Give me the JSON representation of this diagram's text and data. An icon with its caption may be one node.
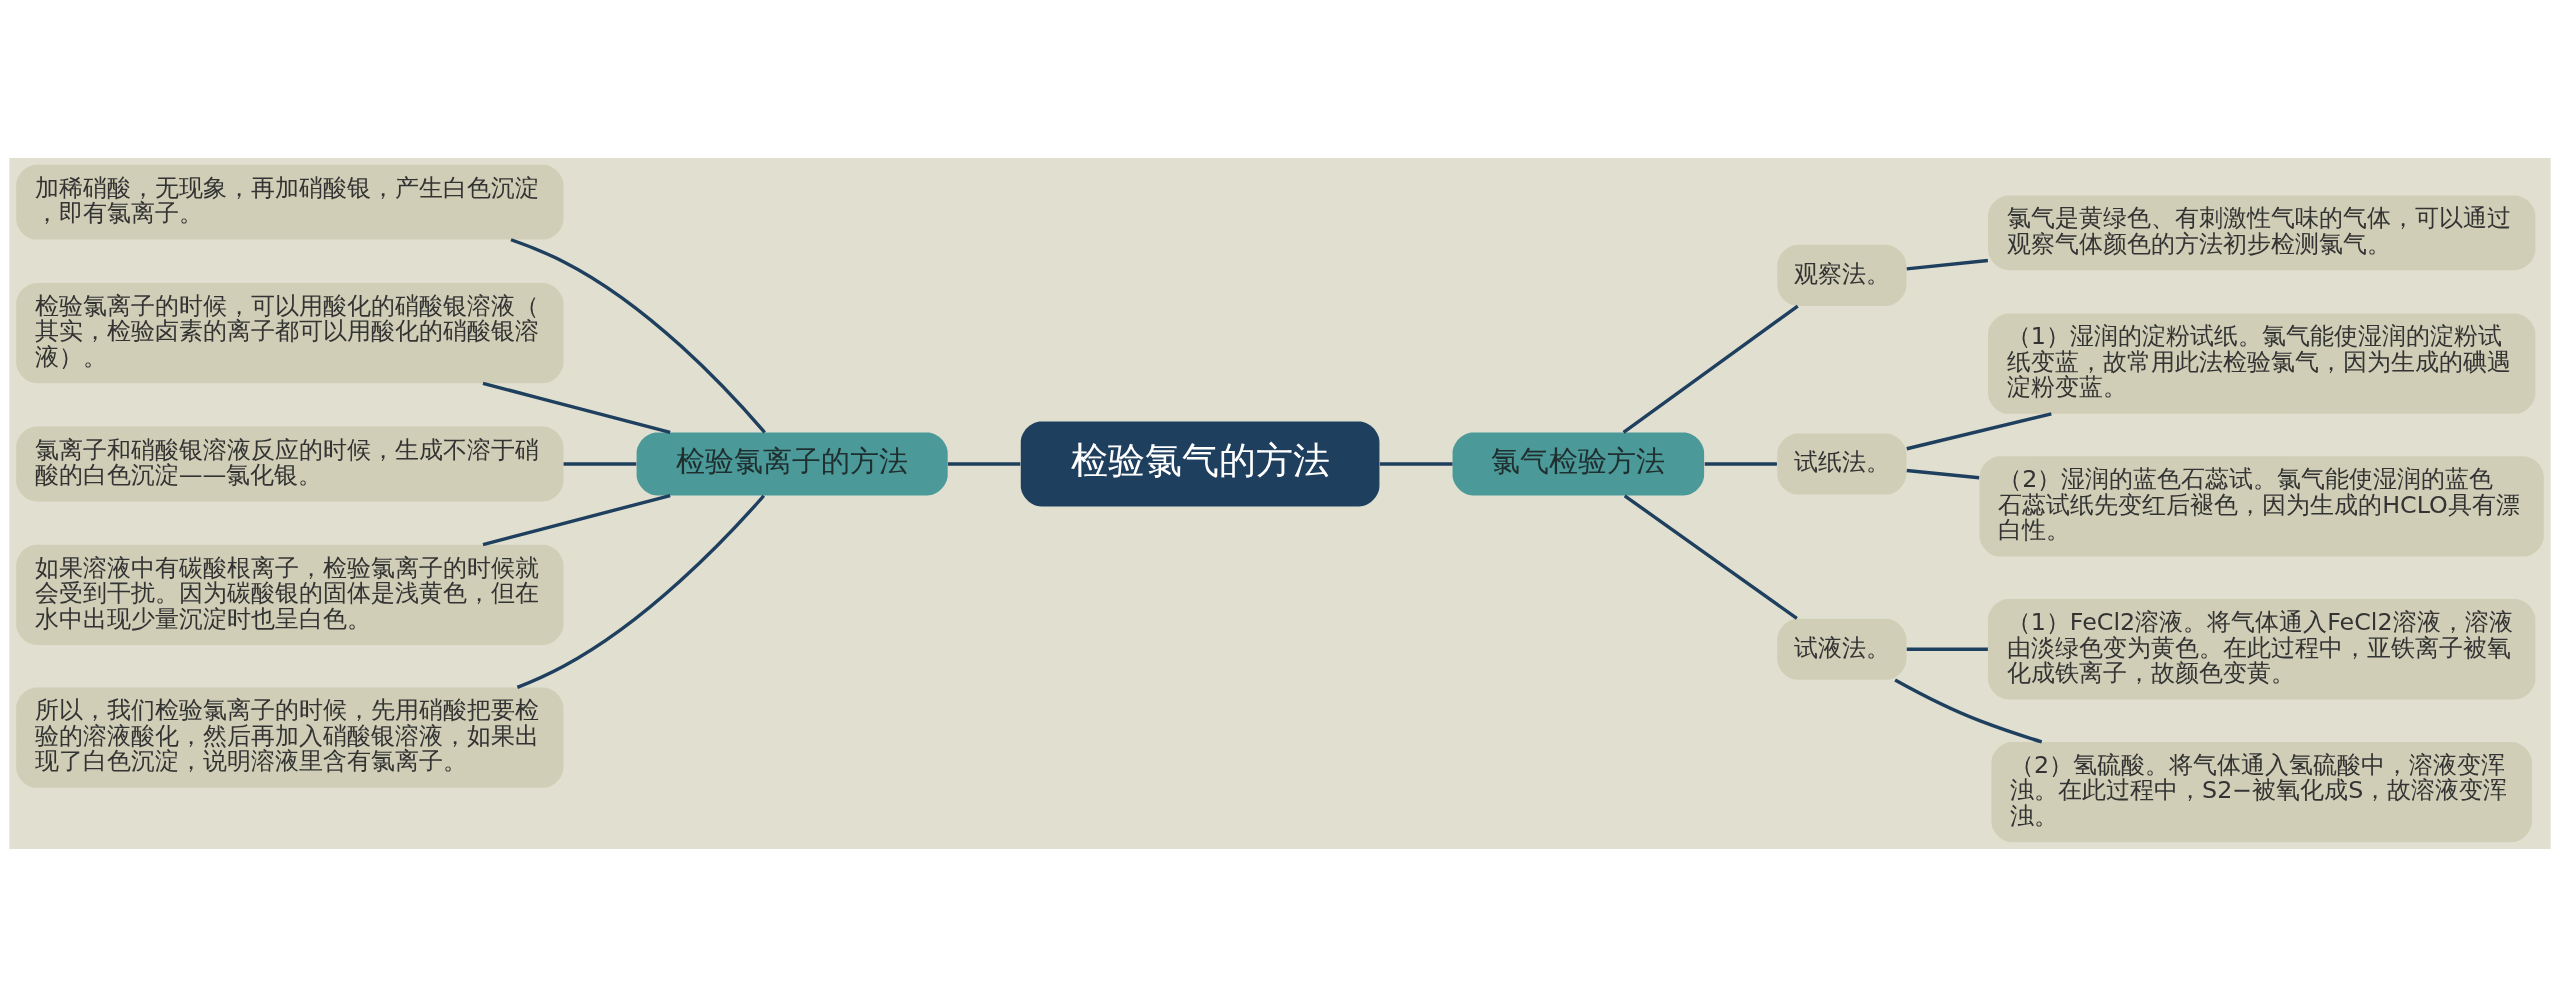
{
  "diagram": {
    "nodes": [
      {
        "text": [
          "检验氯气的方法"
        ]
      },
      {
        "text": [
          "检验氯离子的方法"
        ]
      },
      {
        "text": [
          "加稀硝酸，无现象，再加硝酸银，产生白色沉淀，即有氯离子。"
        ]
      },
      {
        "text": [
          "检验氯离子的时候，可以用酸化的硝酸银溶液（其实，检验卤素的离子都可以用酸化的硝酸银溶液）。"
        ]
      },
      {
        "text": [
          "氯离子和硝酸银溶液反应的时候，生成不溶于硝酸的白色沉淀——氯化银。"
        ]
      },
      {
        "text": [
          "如果溶液中有碳酸根离子，检验氯离子的时候就会受到干扰。因为碳酸银的固体是浅黄色，但在水中出现少量沉淀时也呈白色。"
        ]
      },
      {
        "text": [
          "所以，我们检验氯离子的时候，先用硝酸把要检验的溶液酸化，然后再加入硝酸银溶液，如果出现了白色沉淀，说明溶液里含有氯离子。"
        ]
      },
      {
        "text": [
          "氯气检验方法"
        ]
      },
      {
        "text": [
          "观察法。"
        ]
      },
      {
        "text": [
          "氯气是黄绿色、有刺激性气味的气体，可以通过观察气体颜色的方法初步检测氯气。"
        ]
      },
      {
        "text": [
          "试纸法。"
        ]
      },
      {
        "text": [
          "（1）湿润的淀粉试纸。氯气能使湿润的淀粉试纸变蓝，故常用此法检验氯气，因为生成的碘遇淀粉变蓝。"
        ]
      },
      {
        "text": [
          "（2）湿润的蓝色石蕊试。氯气能使湿润的蓝色石蕊试纸先变红后褪色，因为生成的HCLO具有漂白性。"
        ]
      },
      {
        "text": [
          "试液法。"
        ]
      },
      {
        "text": [
          "（1）FeCl2溶液。将气体通入FeCl2溶液，溶液由淡绿色变为黄色。在此过程中，亚铁离子被氧化成铁离子，故颜色变黄。"
        ]
      },
      {
        "text": [
          "（2）氢硫酸。将气体通入氢硫酸中，溶液变浑浊。在此过程中，S2−被氧化成S，故溶液变浑浊。"
        ]
      }
    ],
    "edges": [
      {
        "from": 0,
        "to": 1,
        "arrow": "none"
      },
      {
        "from": 1,
        "to": 2,
        "arrow": "none"
      },
      {
        "from": 1,
        "to": 3,
        "arrow": "none"
      },
      {
        "from": 1,
        "to": 4,
        "arrow": "none"
      },
      {
        "from": 1,
        "to": 5,
        "arrow": "none"
      },
      {
        "from": 1,
        "to": 6,
        "arrow": "none"
      },
      {
        "from": 0,
        "to": 7,
        "arrow": "none"
      },
      {
        "from": 7,
        "to": 8,
        "arrow": "none"
      },
      {
        "from": 8,
        "to": 9,
        "arrow": "none"
      },
      {
        "from": 7,
        "to": 10,
        "arrow": "none"
      },
      {
        "from": 10,
        "to": 11,
        "arrow": "none"
      },
      {
        "from": 10,
        "to": 12,
        "arrow": "none"
      },
      {
        "from": 7,
        "to": 13,
        "arrow": "none"
      },
      {
        "from": 13,
        "to": 14,
        "arrow": "none"
      },
      {
        "from": 13,
        "to": 15,
        "arrow": "none"
      }
    ]
  }
}
